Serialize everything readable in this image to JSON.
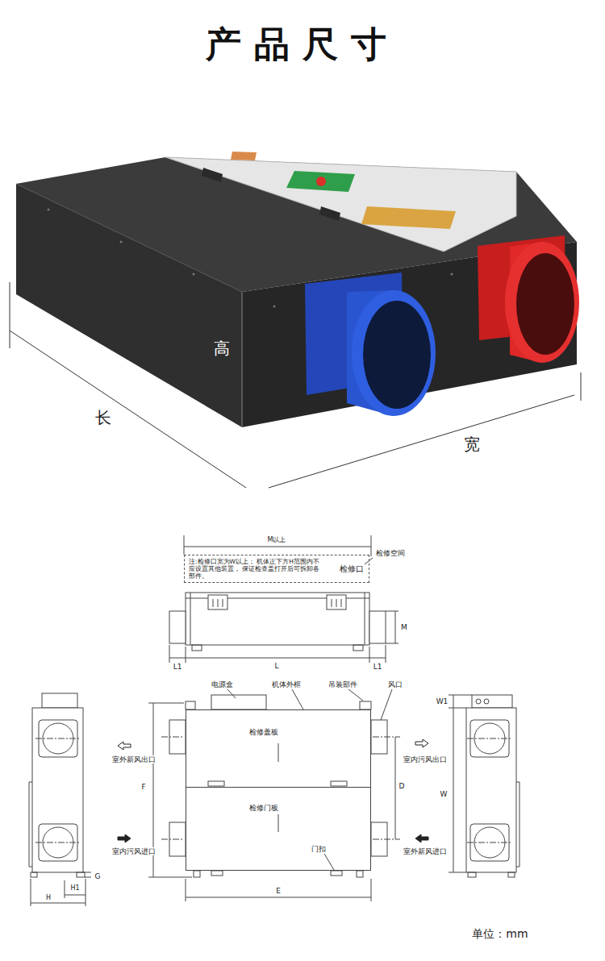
{
  "diagram": {
    "title": "产品尺寸",
    "nodes": [
      {
        "text": [
          "注:检修口宽为W以上； 机体正下方H范围内不应设置其他装置， 保证检查盖打开后可拆卸各部件。",
          "检修口"
        ]
      },
      {
        "text": [
          "检修盖板"
        ]
      },
      {
        "text": [
          "检修门板"
        ]
      }
    ],
    "labels": [
      "高",
      "长",
      "宽",
      "M以上",
      "检修空间",
      "M",
      "L1",
      "L",
      "L1",
      "电源盒",
      "机体外框",
      "吊装部件",
      "风口",
      "F",
      "D",
      "室外新风出口",
      "室内污风进口",
      "室内污风出口",
      "室外新风进口",
      "W1",
      "W",
      "门扣",
      "G",
      "H1",
      "H",
      "E",
      "单位：mm"
    ]
  }
}
